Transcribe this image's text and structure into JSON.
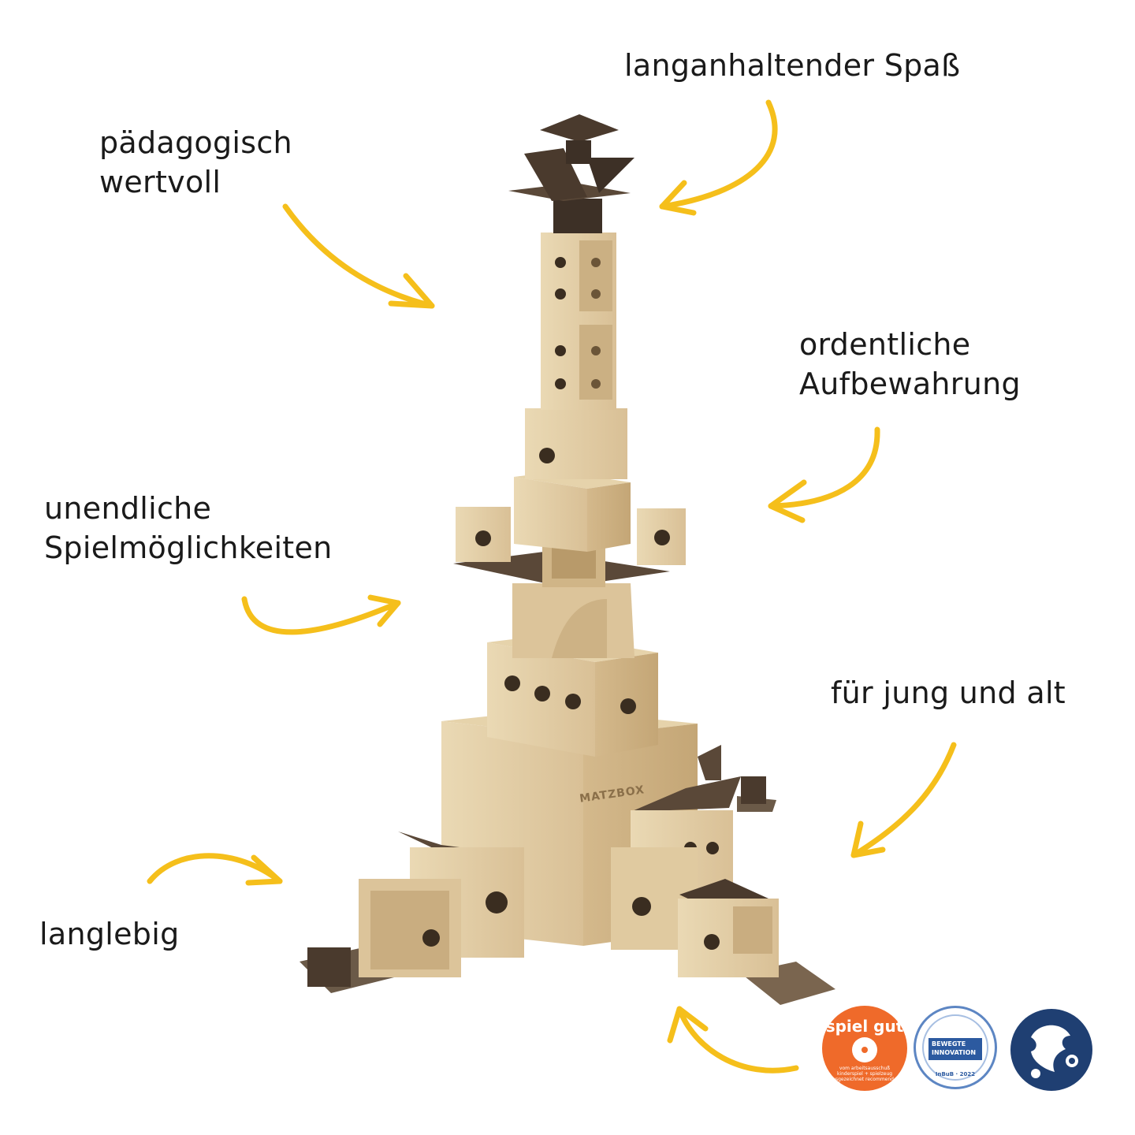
{
  "labels": {
    "fun": "langanhaltender Spaß",
    "educational_line1": "pädagogisch",
    "educational_line2": "wertvoll",
    "storage_line1": "ordentliche",
    "storage_line2": "Aufbewahrung",
    "play_line1": "unendliche",
    "play_line2": "Spielmöglichkeiten",
    "young_old": "für jung und alt",
    "durable": "langlebig"
  },
  "product_engraving": "MATZBOX",
  "badges": {
    "spielgut_title": "spiel gut",
    "spielgut_text": "vom arbeitsausschuß kinderspiel + spielzeug ausgezeichnet recommended",
    "inbub_title": "BEWEGTE",
    "inbub_subtitle": "INNOVATION",
    "inbub_footer": "InBuB · 2022"
  },
  "colors": {
    "arrow": "#f5bf1b",
    "wood_light": "#e3cfa6",
    "wood_dark": "#5a4838",
    "spielgut": "#ef6a2a",
    "inbub": "#2c5aa0",
    "puzzle_logo": "#1f3f72"
  },
  "icons": [
    "arrow-icon",
    "spielgut-badge-icon",
    "inbub-badge-icon",
    "puzzle-logo-icon",
    "wooden-tower-illustration"
  ]
}
